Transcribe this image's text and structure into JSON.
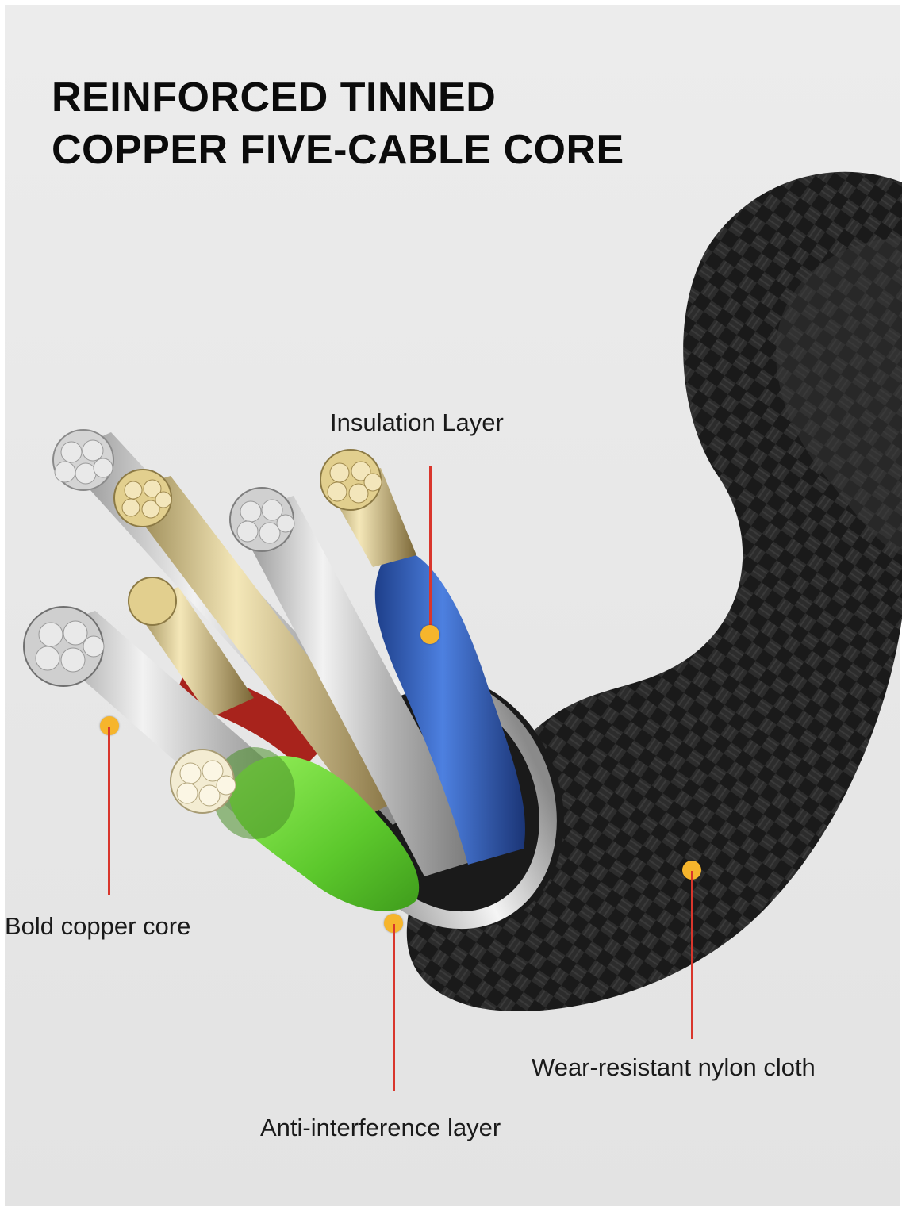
{
  "title": {
    "line1": "REINFORCED TINNED",
    "line2": "COPPER FIVE-CABLE CORE"
  },
  "labels": {
    "insulation": "Insulation Layer",
    "copper_core": "Bold copper core",
    "anti_interference": "Anti-interference layer",
    "nylon_cloth": "Wear-resistant nylon cloth"
  },
  "colors": {
    "leader_line": "#d9362c",
    "marker_dot": "#f6b52c",
    "braid": "#1c1c1c",
    "wire_blue": "#2f62c4",
    "wire_green": "#6ee03a",
    "wire_red": "#a8231c",
    "strand_silver": "#c9c9c9",
    "strand_gold": "#e2cf8e"
  }
}
